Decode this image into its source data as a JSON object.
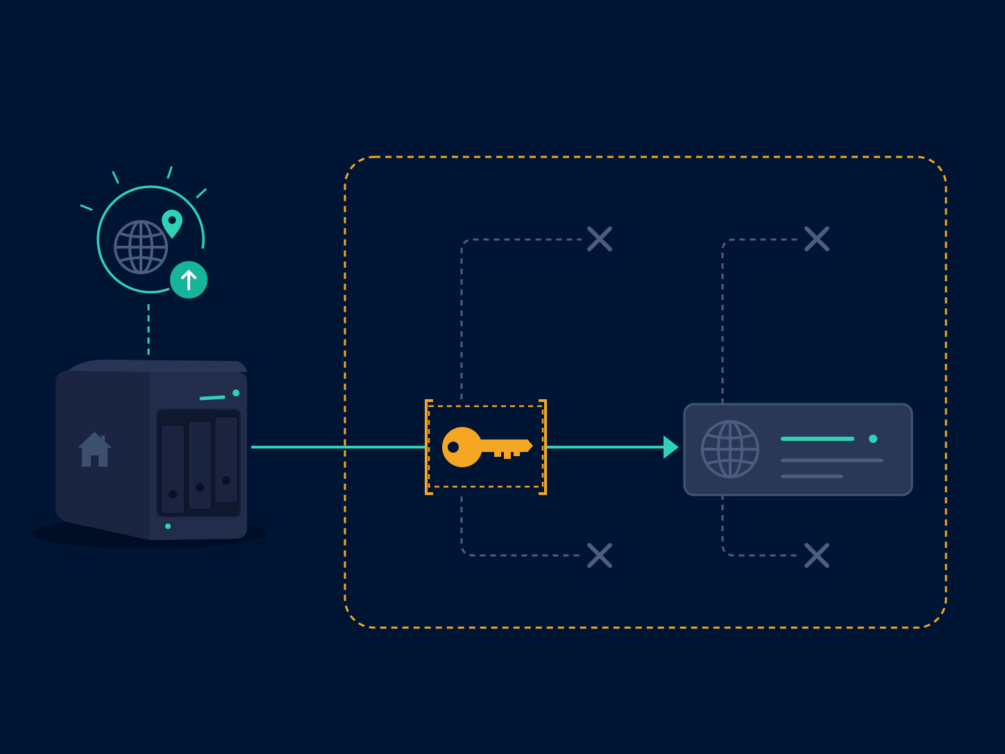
{
  "diagram": {
    "nodes": [
      {
        "id": "dynamic-dns",
        "icon": "globe-location-upload-icon"
      },
      {
        "id": "home-nas",
        "icon": "home-nas-icon"
      },
      {
        "id": "access-key",
        "icon": "key-icon"
      },
      {
        "id": "web-service",
        "icon": "globe-panel-icon"
      }
    ],
    "edges": [
      {
        "from": "dynamic-dns",
        "to": "home-nas",
        "style": "dashed"
      },
      {
        "from": "home-nas",
        "to": "access-key",
        "style": "solid"
      },
      {
        "from": "access-key",
        "to": "web-service",
        "style": "solid-arrow"
      }
    ],
    "blocked_paths": 4,
    "secure_boundary": "dashed-rounded"
  },
  "colors": {
    "background": "#001533",
    "teal": "#2ed3b7",
    "amber": "#f5a623",
    "slate": "#4b5d80",
    "device_body": "#1f2a48",
    "panel": "#2a3857"
  }
}
